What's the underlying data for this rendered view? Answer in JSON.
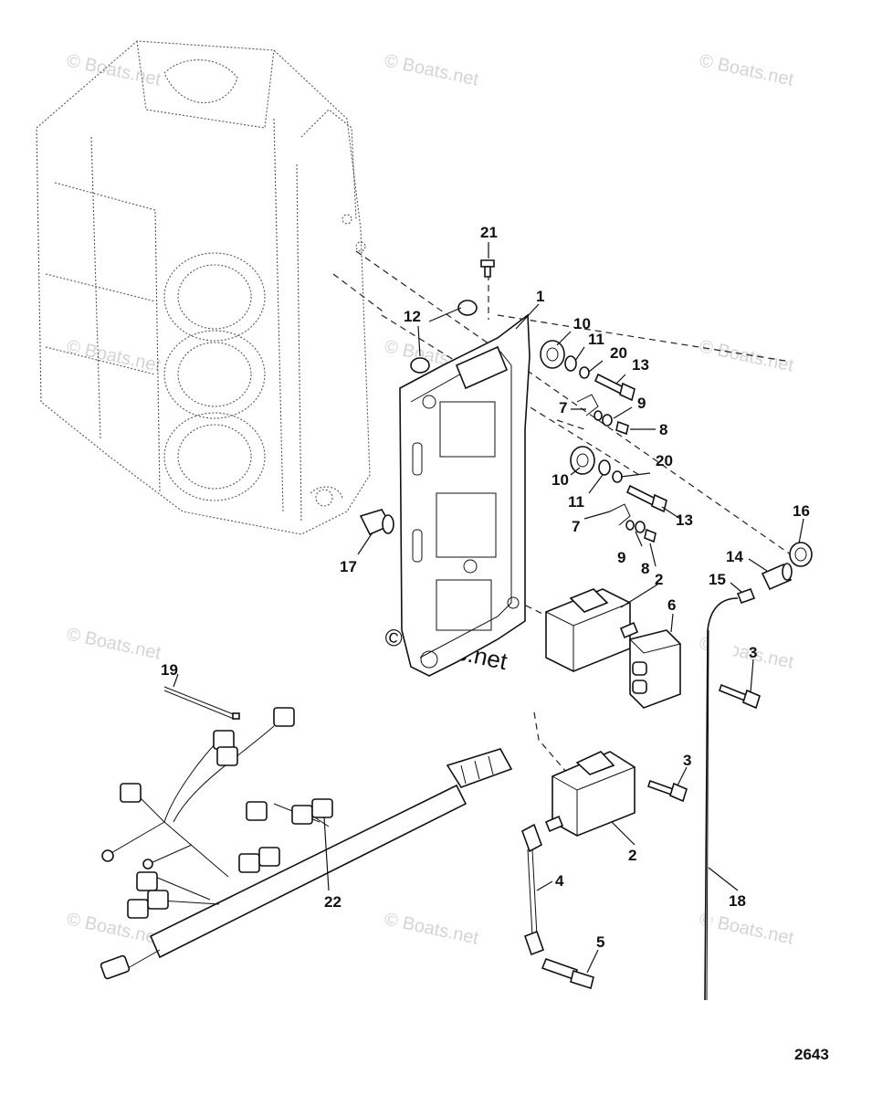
{
  "diagram": {
    "number": "2643",
    "watermark": "© Boats.net",
    "callouts": [
      "1",
      "2",
      "2",
      "3",
      "3",
      "4",
      "5",
      "6",
      "7",
      "7",
      "8",
      "8",
      "9",
      "9",
      "10",
      "10",
      "11",
      "11",
      "12",
      "13",
      "13",
      "14",
      "15",
      "16",
      "17",
      "18",
      "19",
      "20",
      "20",
      "21",
      "22"
    ]
  },
  "colors": {
    "line": "#111111",
    "watermark": "#d4d4d4",
    "background": "#ffffff"
  }
}
